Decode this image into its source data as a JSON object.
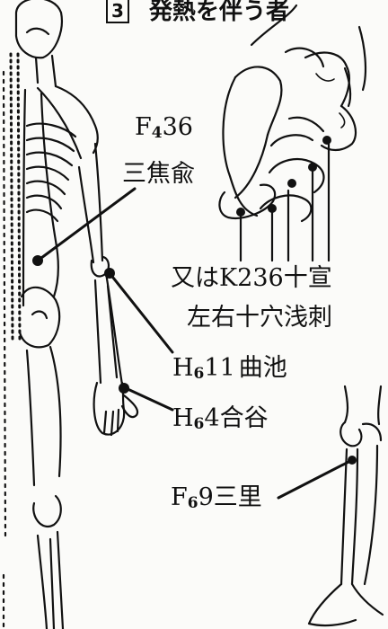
{
  "title": {
    "number": "3",
    "text": "発熱を伴う者"
  },
  "points": {
    "f4_36": {
      "code": "F",
      "sub": "4",
      "num": "36",
      "name": "三焦兪"
    },
    "k236": {
      "line1": "又はK236十宣",
      "line2": "左右十穴浅刺"
    },
    "h6_11": {
      "code": "H",
      "sub": "6",
      "num": "11",
      "name": "曲池"
    },
    "h6_4": {
      "code": "H",
      "sub": "6",
      "num": "4",
      "name": "合谷"
    },
    "f6_9": {
      "code": "F",
      "sub": "6",
      "num": "9",
      "name": "三里"
    }
  }
}
